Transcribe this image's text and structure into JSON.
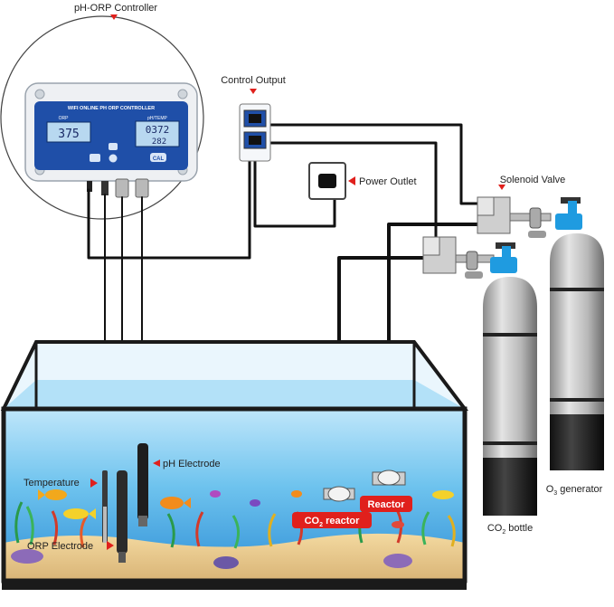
{
  "labels": {
    "controller": "pH-ORP Controller",
    "control_output": "Control Output",
    "power_outlet": "Power Outlet",
    "solenoid_valve": "Solenoid Valve",
    "temperature": "Temperature",
    "ph_electrode": "pH Electrode",
    "orp_electrode": "ORP Electrode",
    "co2_reactor_prefix": "CO",
    "co2_reactor_sub": "2",
    "co2_reactor_suffix": " reactor",
    "reactor": "Reactor",
    "co2_bottle_prefix": "CO",
    "co2_bottle_sub": "2",
    "co2_bottle_suffix": " bottle",
    "o3_generator_prefix": "O",
    "o3_generator_sub": "3",
    "o3_generator_suffix": " generator"
  },
  "device": {
    "title": "WIFI ONLINE PH ORP CONTROLLER",
    "orp_label": "ORP",
    "ph_temp_label": "pH/TEMP",
    "orp_value": "375",
    "ph_value": "0372",
    "temp_value": "282",
    "cal_button": "CAL"
  },
  "colors": {
    "accent_red": "#e0201c",
    "device_blue": "#1f4fa8",
    "lcd": "#b8d8f0",
    "water": "#7fc6ec",
    "tank_frame": "#1a1a1a"
  }
}
